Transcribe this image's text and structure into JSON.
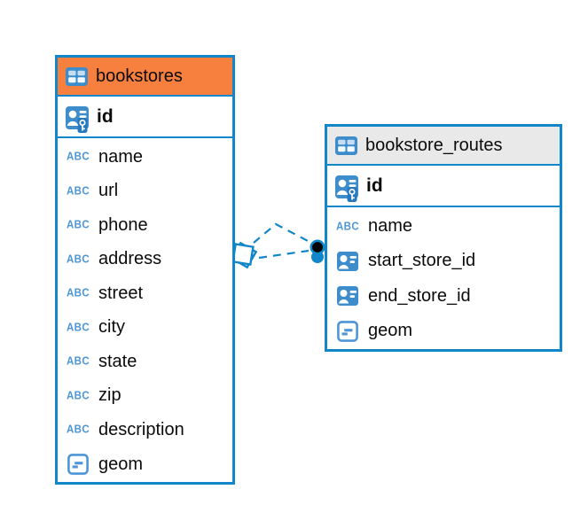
{
  "diagram": {
    "kind": "entity-relationship-diagram",
    "colors": {
      "table_border": "#1186C8",
      "selected_header_background": "#F8803E",
      "header_background": "#E9E9E9",
      "icon_fill_blue": "#3D8CCC",
      "icon_outline_blue": "#4E96D6",
      "connector_blue": "#1186C8",
      "canvas_background": "#FFFFFF",
      "text": "#0B0B0B"
    },
    "icons": {
      "text_type_label": "ABC",
      "table_icon": "grid-table",
      "primary_key_icon": "person-with-key",
      "reference_icon": "person-card",
      "geometry_icon": "dash-in-square"
    },
    "tables": [
      {
        "title": "bookstores",
        "header_style": "selected-orange",
        "key_columns": [
          {
            "name": "id",
            "type_icon": "primary-key"
          }
        ],
        "columns": [
          {
            "name": "name",
            "type_icon": "text"
          },
          {
            "name": "url",
            "type_icon": "text"
          },
          {
            "name": "phone",
            "type_icon": "text"
          },
          {
            "name": "address",
            "type_icon": "text"
          },
          {
            "name": "street",
            "type_icon": "text"
          },
          {
            "name": "city",
            "type_icon": "text"
          },
          {
            "name": "state",
            "type_icon": "text"
          },
          {
            "name": "zip",
            "type_icon": "text"
          },
          {
            "name": "description",
            "type_icon": "text"
          },
          {
            "name": "geom",
            "type_icon": "geometry"
          }
        ]
      },
      {
        "title": "bookstore_routes",
        "header_style": "gray",
        "key_columns": [
          {
            "name": "id",
            "type_icon": "primary-key"
          }
        ],
        "columns": [
          {
            "name": "name",
            "type_icon": "text"
          },
          {
            "name": "start_store_id",
            "type_icon": "reference"
          },
          {
            "name": "end_store_id",
            "type_icon": "reference"
          },
          {
            "name": "geom",
            "type_icon": "geometry"
          }
        ]
      }
    ],
    "relationships": [
      {
        "between": [
          "bookstores",
          "bookstore_routes"
        ],
        "line_style": "dashed",
        "line_count": 2,
        "source_marker": "double-diamond",
        "target_marker": "filled-dot"
      }
    ]
  }
}
